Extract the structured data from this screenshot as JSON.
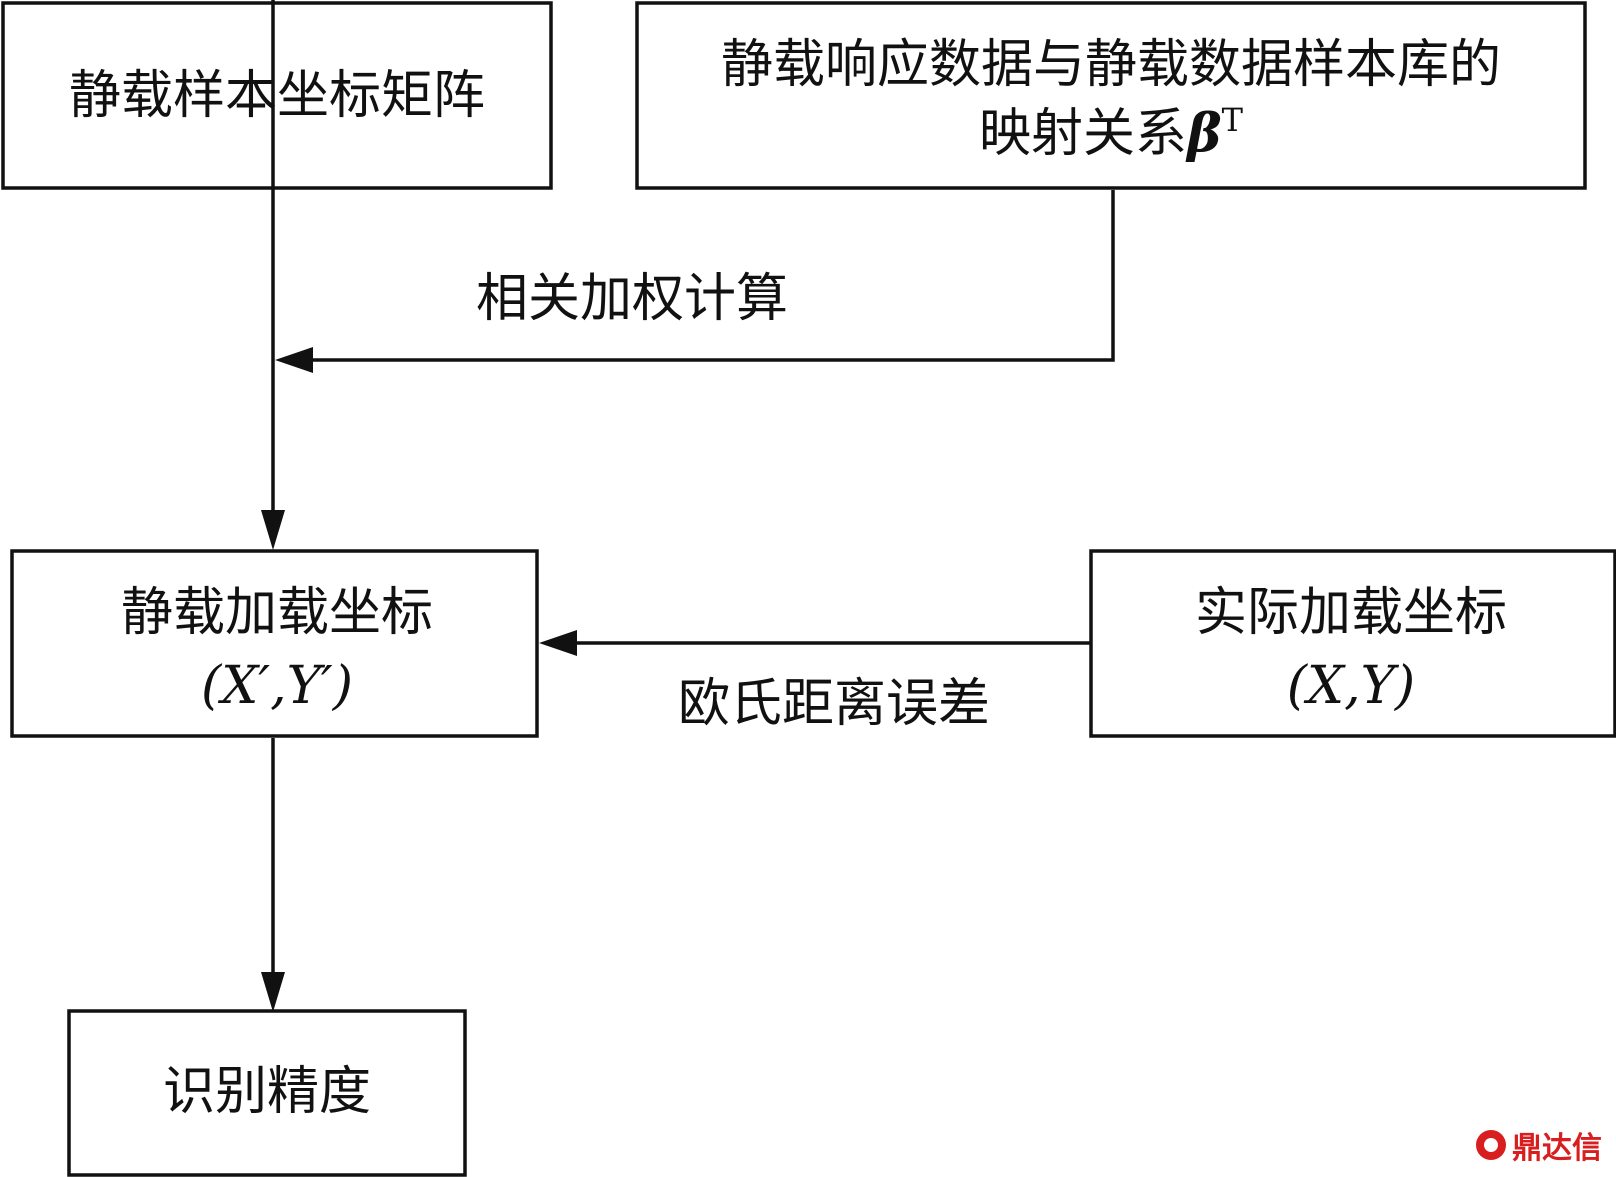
{
  "nodes": {
    "sample_matrix": {
      "label": "静载样本坐标矩阵"
    },
    "mapping": {
      "line1": "静载响应数据与静载数据样本库的",
      "line2_text": "映射关系",
      "line2_symbol": "β",
      "line2_superscript": "T"
    },
    "static_coords": {
      "line1": "静载加载坐标",
      "line2": "(X′,Y′)"
    },
    "actual_coords": {
      "line1": "实际加载坐标",
      "line2": "(X,Y)"
    },
    "accuracy": {
      "label": "识别精度"
    }
  },
  "edges": {
    "correlation_weighting": {
      "label": "相关加权计算"
    },
    "euclidean_error": {
      "label": "欧氏距离误差"
    }
  },
  "watermark": {
    "text": "鼎达信"
  }
}
